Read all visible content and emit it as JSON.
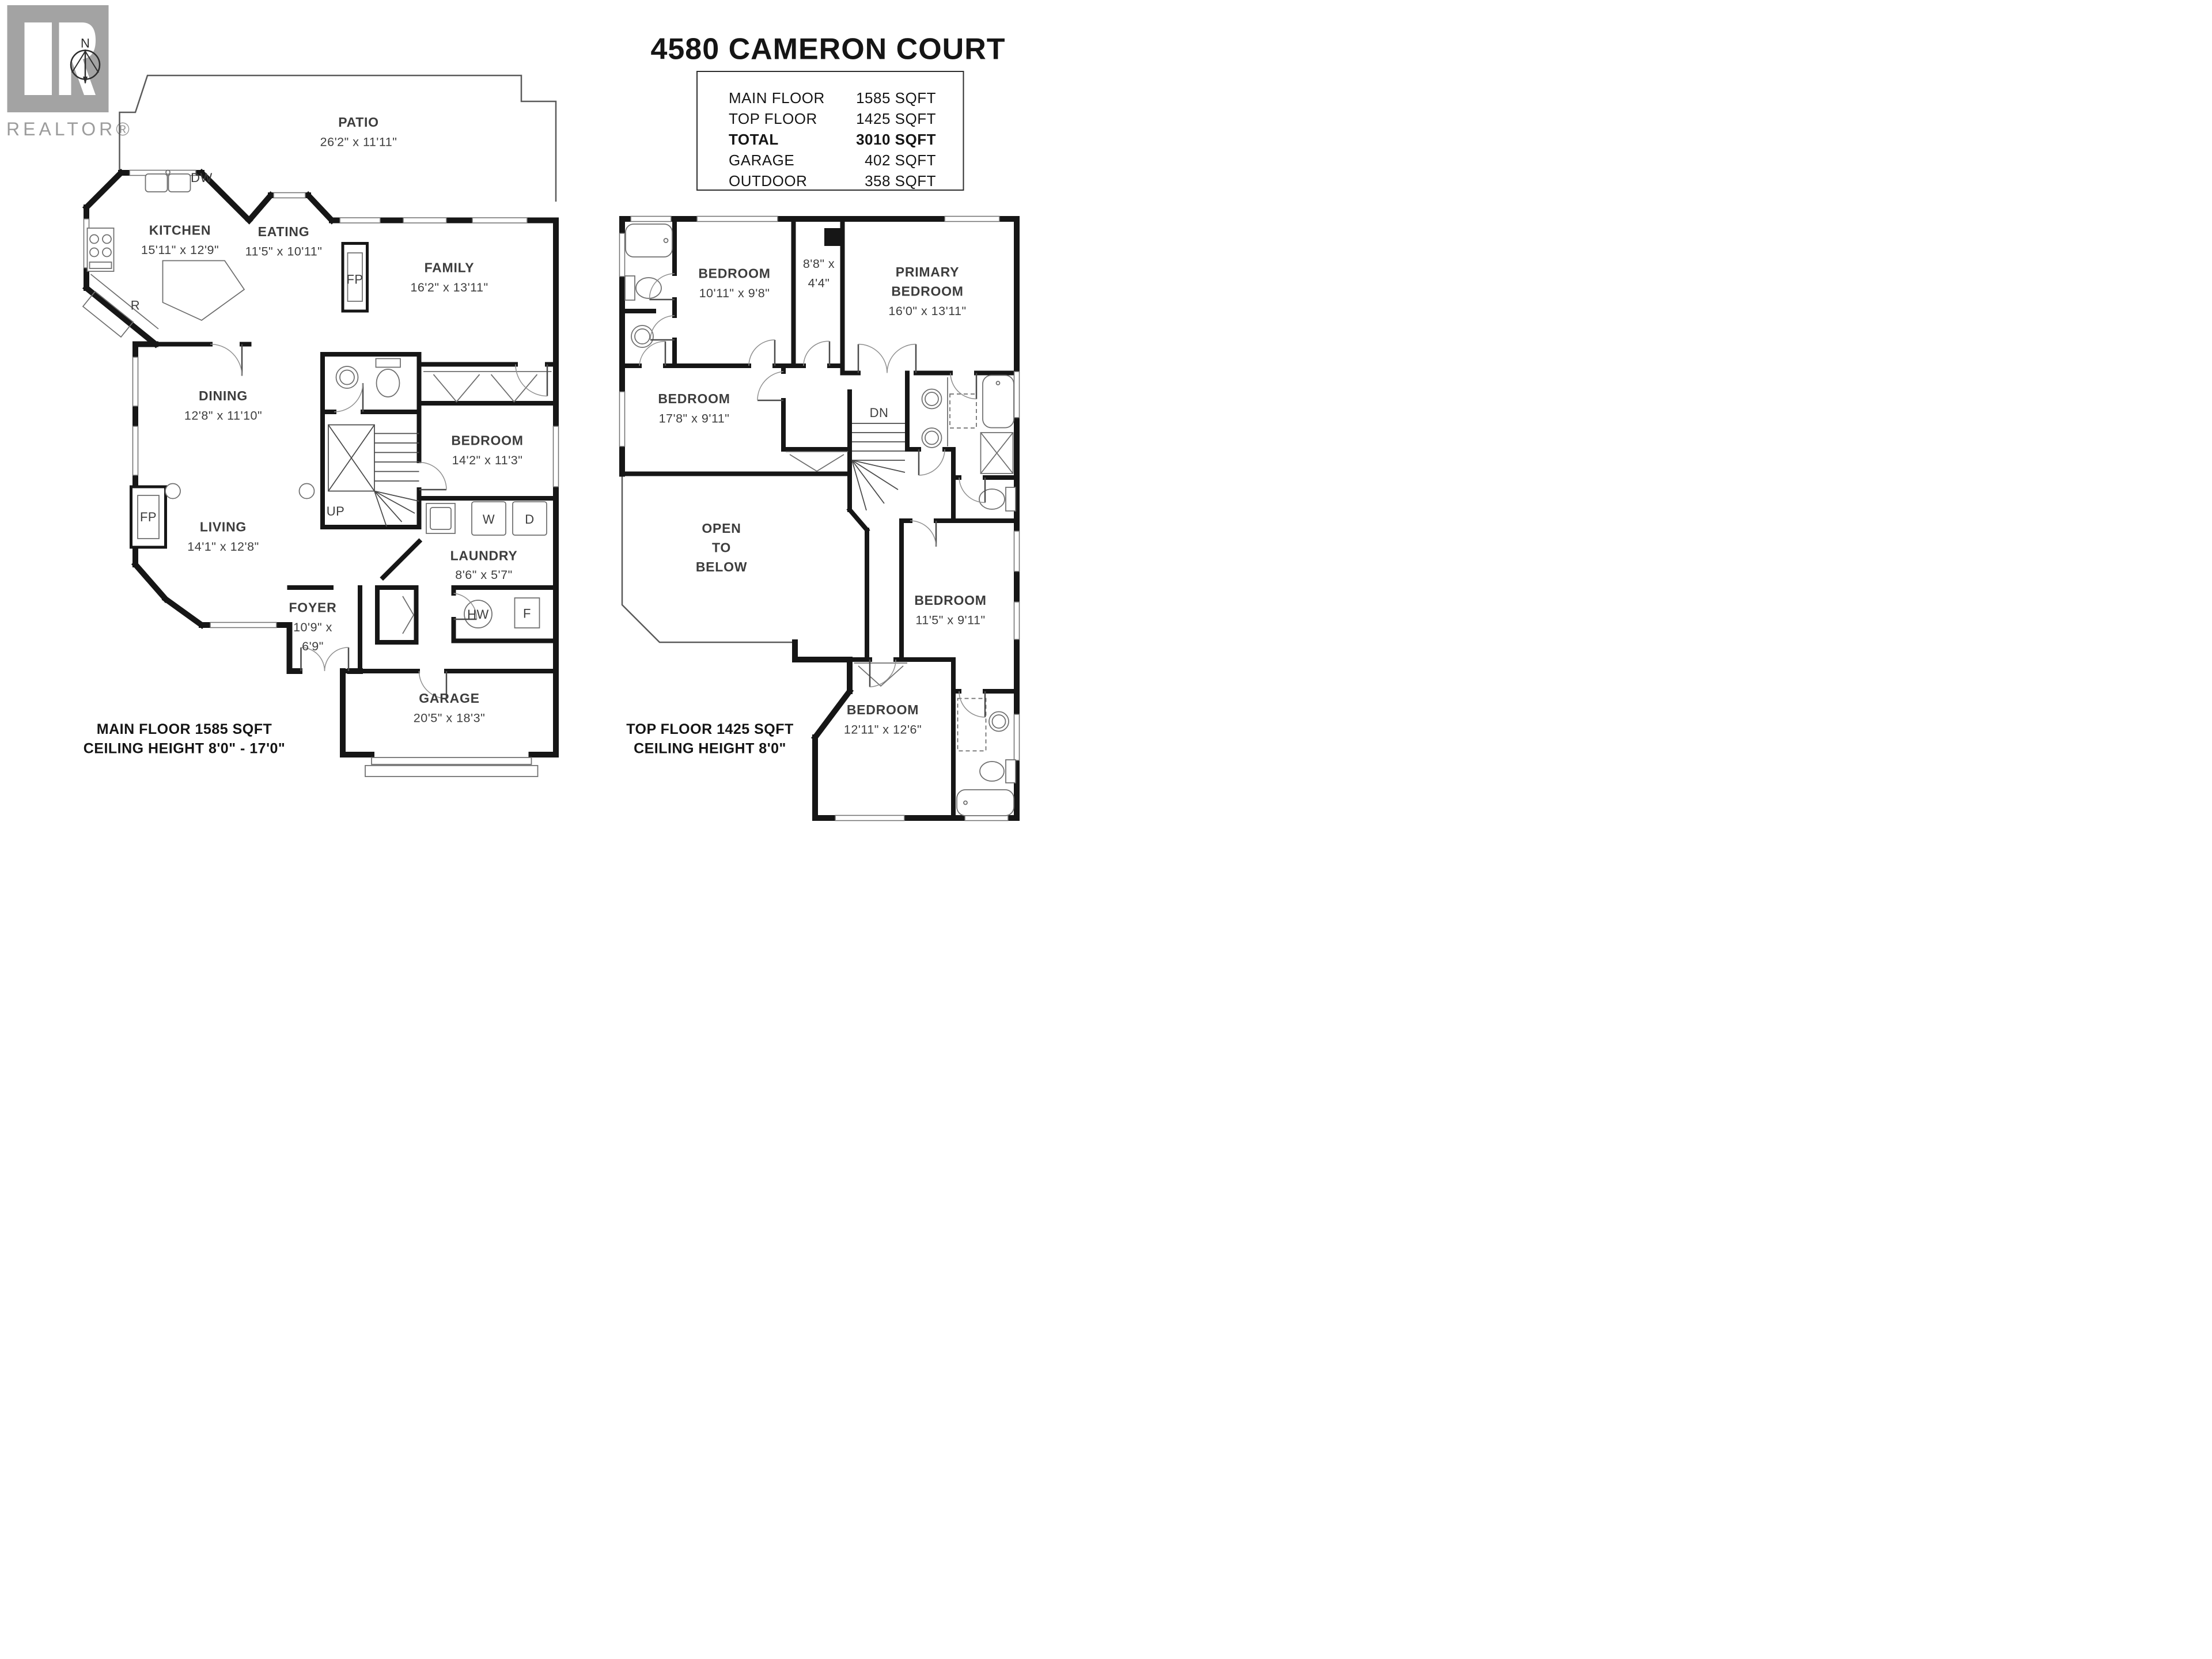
{
  "logo": {
    "brand": "REALTOR®",
    "compass": "N"
  },
  "header": {
    "title": "4580 CAMERON COURT",
    "table": [
      {
        "label": "MAIN FLOOR",
        "value": "1585 SQFT"
      },
      {
        "label": "TOP FLOOR",
        "value": "1425 SQFT"
      },
      {
        "label": "TOTAL",
        "value": "3010 SQFT"
      },
      {
        "label": "GARAGE",
        "value": "402 SQFT"
      },
      {
        "label": "OUTDOOR",
        "value": "358 SQFT"
      }
    ]
  },
  "main_floor": {
    "patio": {
      "name": "PATIO",
      "dims": "26'2\" x 11'11\""
    },
    "kitchen": {
      "name": "KITCHEN",
      "dims": "15'11\" x 12'9\""
    },
    "eating": {
      "name": "EATING",
      "dims": "11'5\" x 10'11\""
    },
    "family": {
      "name": "FAMILY",
      "dims": "16'2\" x 13'11\""
    },
    "dining": {
      "name": "DINING",
      "dims": "12'8\" x 11'10\""
    },
    "bedroom": {
      "name": "BEDROOM",
      "dims": "14'2\" x 11'3\""
    },
    "living": {
      "name": "LIVING",
      "dims": "14'1\" x 12'8\""
    },
    "laundry": {
      "name": "LAUNDRY",
      "dims": "8'6\" x 5'7\""
    },
    "foyer": {
      "name": "FOYER",
      "dims_l1": "10'9\" x",
      "dims_l2": "6'9\""
    },
    "garage": {
      "name": "GARAGE",
      "dims": "20'5\" x 18'3\""
    },
    "labels": {
      "dw": "DW",
      "fp_family": "FP",
      "fp_living": "FP",
      "fridge": "R",
      "up": "UP",
      "washer": "W",
      "dryer": "D",
      "hot_water": "HW",
      "furnace": "F"
    },
    "caption_l1": "MAIN FLOOR 1585 SQFT",
    "caption_l2": "CEILING HEIGHT 8'0\" - 17'0\""
  },
  "top_floor": {
    "bedroom2": {
      "name": "BEDROOM",
      "dims": "10'11\" x 9'8\""
    },
    "closet": {
      "dims_l1": "8'8\" x",
      "dims_l2": "4'4\""
    },
    "primary": {
      "name_l1": "PRIMARY",
      "name_l2": "BEDROOM",
      "dims": "16'0\" x 13'11\""
    },
    "bedroom3": {
      "name": "BEDROOM",
      "dims": "17'8\" x 9'11\""
    },
    "bedroom4": {
      "name": "BEDROOM",
      "dims": "11'5\" x 9'11\""
    },
    "bedroom5": {
      "name": "BEDROOM",
      "dims": "12'11\" x 12'6\""
    },
    "open": {
      "l1": "OPEN",
      "l2": "TO",
      "l3": "BELOW"
    },
    "labels": {
      "dn": "DN"
    },
    "caption_l1": "TOP FLOOR 1425 SQFT",
    "caption_l2": "CEILING HEIGHT 8'0\""
  }
}
